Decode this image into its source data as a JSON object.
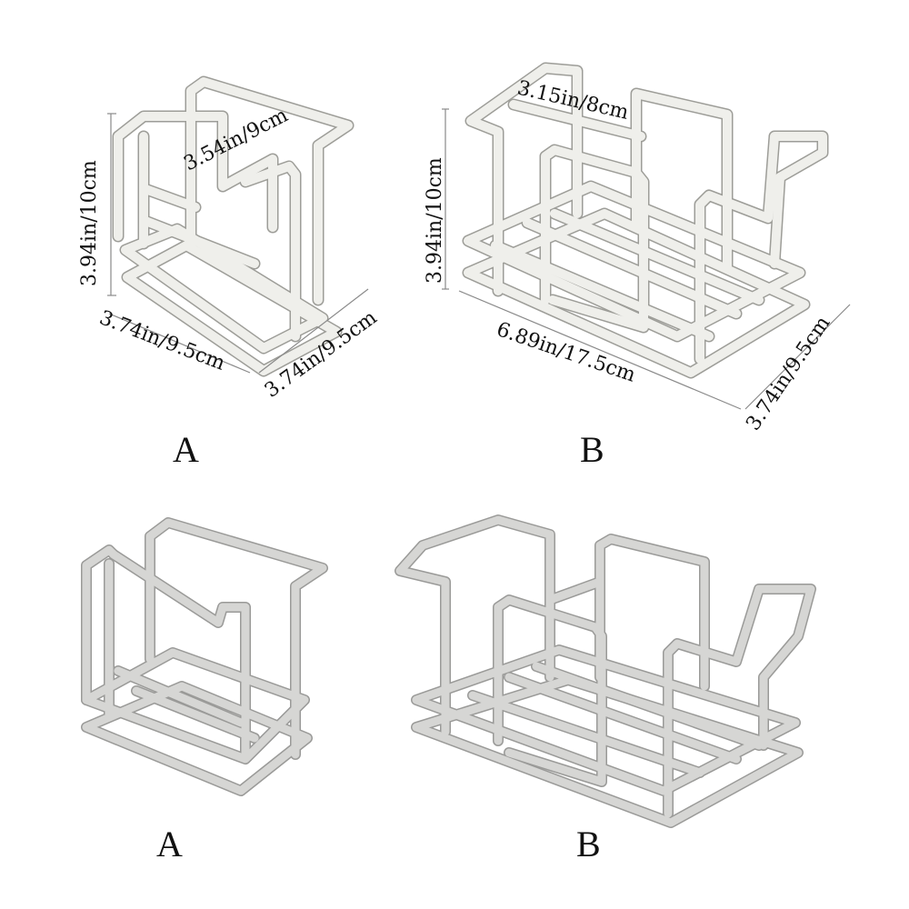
{
  "colors": {
    "background": "#ffffff",
    "rack_white": "#efefeb",
    "rack_grey": "#d6d6d4",
    "text": "#111111"
  },
  "panels": {
    "top_a": {
      "letter": "A",
      "height_label": "3.94in/10cm",
      "depth_label": "3.54in/9cm",
      "width_label": "3.74in/9.5cm",
      "side_label": "3.74in/9.5cm"
    },
    "top_b": {
      "letter": "B",
      "depth_label": "3.15in/8cm",
      "height_label": "3.94in/10cm",
      "width_label": "6.89in/17.5cm",
      "side_label": "3.74in/9.5cm"
    },
    "bottom_a": {
      "letter": "A"
    },
    "bottom_b": {
      "letter": "B"
    }
  }
}
